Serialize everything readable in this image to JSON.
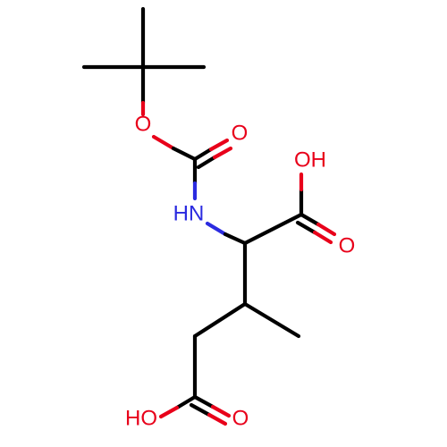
{
  "molecule": {
    "atoms": {
      "tert_butyl_oxygen": "O",
      "carbamate_carbonyl_oxygen": "O",
      "amine_nitrogen": "HN",
      "alpha_acid_hydroxyl": "OH",
      "alpha_acid_carbonyl_oxygen": "O",
      "side_chain_acid_hydroxyl": "HO",
      "side_chain_acid_carbonyl_oxygen": "O"
    }
  },
  "colors": {
    "bond": "#000000",
    "oxygen": "#e8001a",
    "nitrogen": "#2b2be0",
    "background": "#ffffff"
  }
}
